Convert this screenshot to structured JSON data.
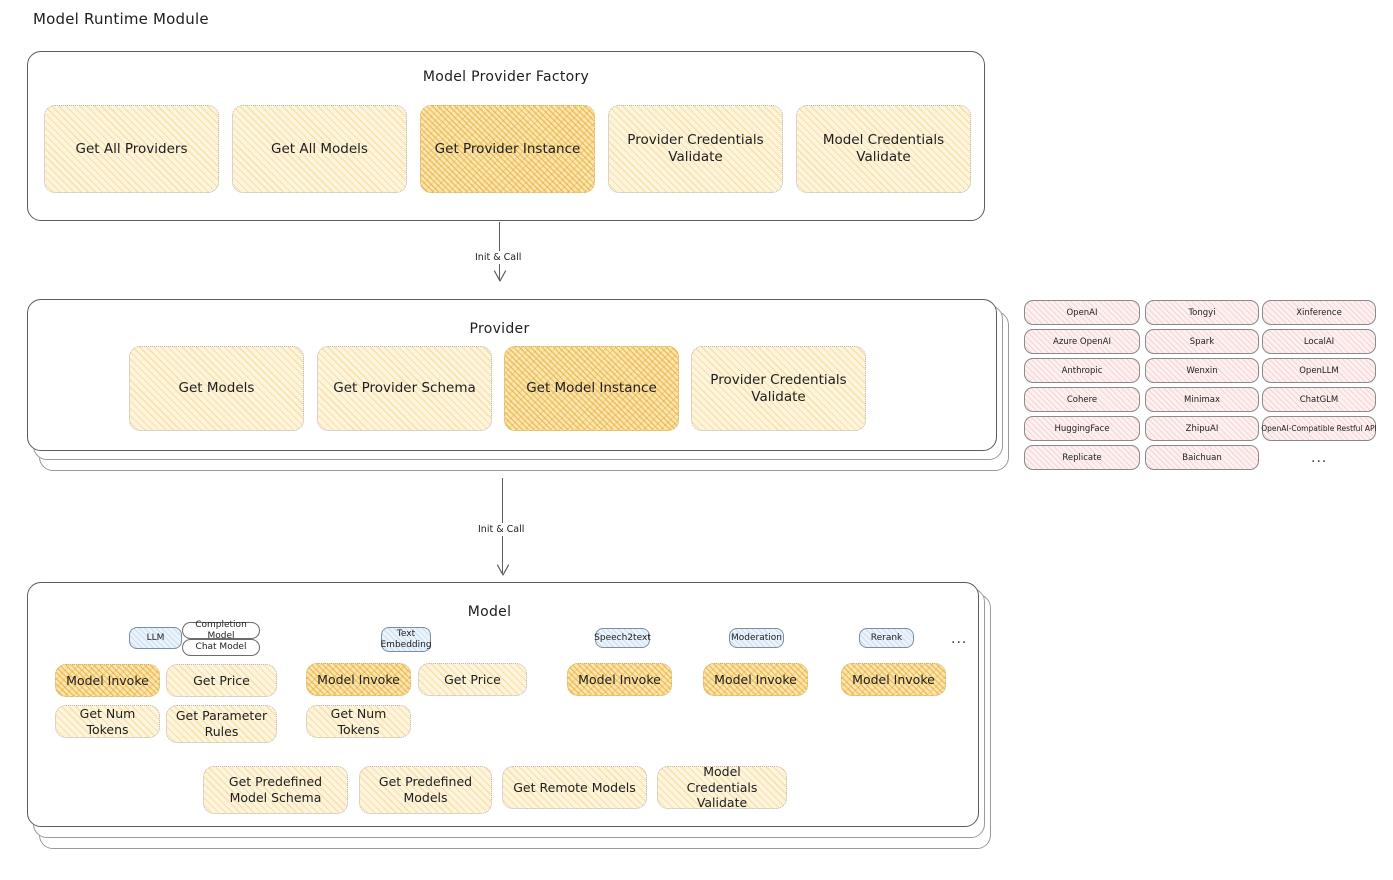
{
  "page": {
    "title": "Model Runtime Module",
    "background": "#ffffff",
    "accent_amber": "#fdf4dd",
    "accent_amber_strong": "#fae6b4",
    "accent_pink": "#fdf0f0",
    "accent_blue": "#eaf3fb",
    "stroke": "#5c5c5c"
  },
  "factory": {
    "title": "Model Provider Factory",
    "nodes": [
      {
        "label": "Get All Providers",
        "highlight": false
      },
      {
        "label": "Get All Models",
        "highlight": false
      },
      {
        "label": "Get Provider Instance",
        "highlight": true
      },
      {
        "label": "Provider Credentials Validate",
        "highlight": false
      },
      {
        "label": "Model Credentials Validate",
        "highlight": false
      }
    ]
  },
  "arrows": [
    {
      "label": "Init & Call"
    },
    {
      "label": "Init & Call"
    }
  ],
  "provider": {
    "title": "Provider",
    "stack_layers": 3,
    "nodes": [
      {
        "label": "Get Models",
        "highlight": false
      },
      {
        "label": "Get Provider Schema",
        "highlight": false
      },
      {
        "label": "Get Model Instance",
        "highlight": true
      },
      {
        "label": "Provider Credentials Validate",
        "highlight": false
      }
    ]
  },
  "provider_list": {
    "columns": [
      {
        "items": [
          "OpenAI",
          "Azure OpenAI",
          "Anthropic",
          "Cohere",
          "HuggingFace",
          "Replicate"
        ]
      },
      {
        "items": [
          "Tongyi",
          "Spark",
          "Wenxin",
          "Minimax",
          "ZhipuAI",
          "Baichuan"
        ]
      },
      {
        "items": [
          "Xinference",
          "LocalAI",
          "OpenLLM",
          "ChatGLM",
          "OpenAI-Compatible Restful API"
        ]
      }
    ],
    "more": "...",
    "more_col2": "..."
  },
  "model": {
    "title": "Model",
    "stack_layers": 3,
    "more": "...",
    "types": [
      {
        "badge": "LLM",
        "sub_badges": [
          "Completion Model",
          "Chat Model"
        ],
        "ops": [
          {
            "label": "Model Invoke",
            "highlight": true
          },
          {
            "label": "Get Price",
            "highlight": false
          },
          {
            "label": "Get Num Tokens",
            "highlight": false
          },
          {
            "label": "Get Parameter Rules",
            "highlight": false
          }
        ]
      },
      {
        "badge": "Text Embedding",
        "sub_badges": [],
        "ops": [
          {
            "label": "Model Invoke",
            "highlight": true
          },
          {
            "label": "Get Price",
            "highlight": false
          },
          {
            "label": "Get Num Tokens",
            "highlight": false
          }
        ]
      },
      {
        "badge": "Speech2text",
        "sub_badges": [],
        "ops": [
          {
            "label": "Model Invoke",
            "highlight": true
          }
        ]
      },
      {
        "badge": "Moderation",
        "sub_badges": [],
        "ops": [
          {
            "label": "Model Invoke",
            "highlight": true
          }
        ]
      },
      {
        "badge": "Rerank",
        "sub_badges": [],
        "ops": [
          {
            "label": "Model Invoke",
            "highlight": true
          }
        ]
      }
    ],
    "common_ops": [
      {
        "label": "Get Predefined Model Schema"
      },
      {
        "label": "Get Predefined Models"
      },
      {
        "label": "Get Remote Models"
      },
      {
        "label": "Model Credentials Validate"
      }
    ]
  }
}
